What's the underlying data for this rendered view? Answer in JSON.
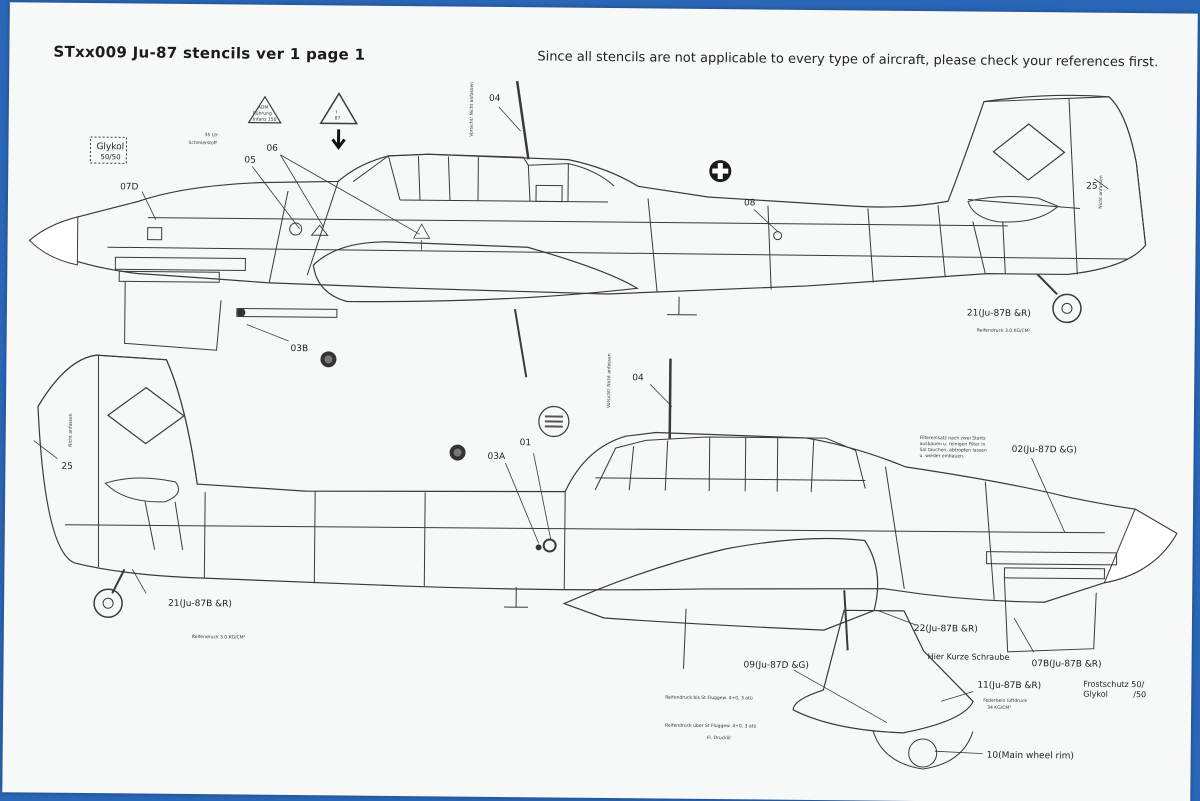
{
  "sheet": {
    "title": "STxx009 Ju-87 stencils ver 1 page 1",
    "note": "Since all stencils are not applicable to every type of aircraft, please check your references first."
  },
  "top_view": {
    "callouts": [
      "04",
      "06",
      "05",
      "07D",
      "08",
      "25",
      "03B",
      "21(Ju-87B &R)"
    ],
    "stencils": {
      "glykol": [
        "Glykol",
        "50/50"
      ],
      "schmierstoff": [
        "35 Ltr.",
        "Schmierstoff"
      ],
      "reifendruck": "Reifendruck 3.0 KG/CM²",
      "antenne": "Vorsicht! Nicht anfassen",
      "tail": "Nicht anfassen"
    }
  },
  "bottom_view": {
    "callouts": [
      "04",
      "01",
      "03A",
      "25",
      "02(Ju-87D &G)",
      "21(Ju-87B &R)",
      "22(Ju-87B &R)",
      "07B(Ju-87B &R)",
      "09(Ju-87D &G)",
      "11(Ju-87B &R)",
      "10(Main wheel rim)"
    ],
    "stencils": {
      "hier_kurze": "Hier Kurze Schraube",
      "frostschutz": [
        "Frostschutz 50/",
        "Glykol",
        "/50"
      ],
      "reifendruck": "Reifendruck 3.0 KG/CM²",
      "reifendruck_bis": "Reifendruck bis St Fluggew. 4+0, 3 atü",
      "reifendruck_ueber": "Reifendruck über St Fluggew. 4+0, 3 atü",
      "fl_druckol": "Fl. Drucköl",
      "federbein": [
        "Federbein luftdruck",
        "34 KG/CM²"
      ],
      "filter": [
        "Filtereinsatz nach zwei Starts",
        "ausbauen u. reinigen Filter in",
        "Sol tauchen, abtropfen lassen",
        "u. wieder einbauen."
      ]
    }
  }
}
